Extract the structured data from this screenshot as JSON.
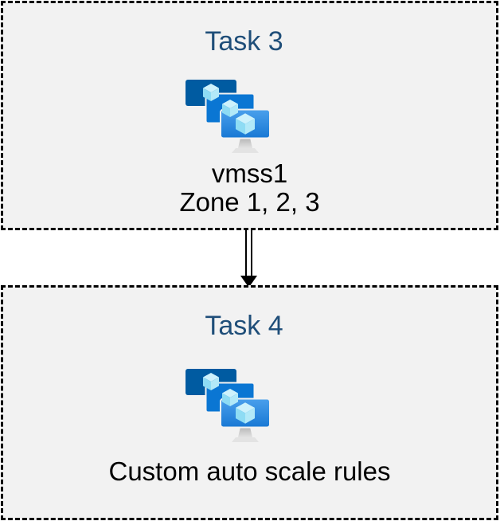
{
  "page": {
    "background": "#ffffff"
  },
  "diagram": {
    "box_fill": "#f2f2f2",
    "box_border_color": "#000000",
    "title_color": "#1f4e79",
    "body_text_color": "#000000",
    "connector": {
      "type": "double-line-arrow",
      "direction": "down",
      "color": "#000000"
    },
    "tasks": [
      {
        "title": "Task 3",
        "icon": "azure-vm-scale-set-icon",
        "lines": {
          "line1": "vmss1",
          "line2": "Zone 1, 2, 3"
        }
      },
      {
        "title": "Task 4",
        "icon": "azure-vm-scale-set-icon",
        "lines": {
          "line1": "Custom auto scale rules"
        }
      }
    ],
    "icon_colors": {
      "screen_back": "#005ba1",
      "screen_middle": "#0a76d3",
      "screen_front_top": "#4aa0ec",
      "screen_front_bottom": "#1878d4",
      "screen_outline": "#f2f2f2",
      "cube_top": "#cdf2fc",
      "cube_left": "#8edcf4",
      "cube_right": "#b2e9f8",
      "stand_top": "#b5b5b5",
      "stand_bottom": "#e3e3e3"
    }
  }
}
